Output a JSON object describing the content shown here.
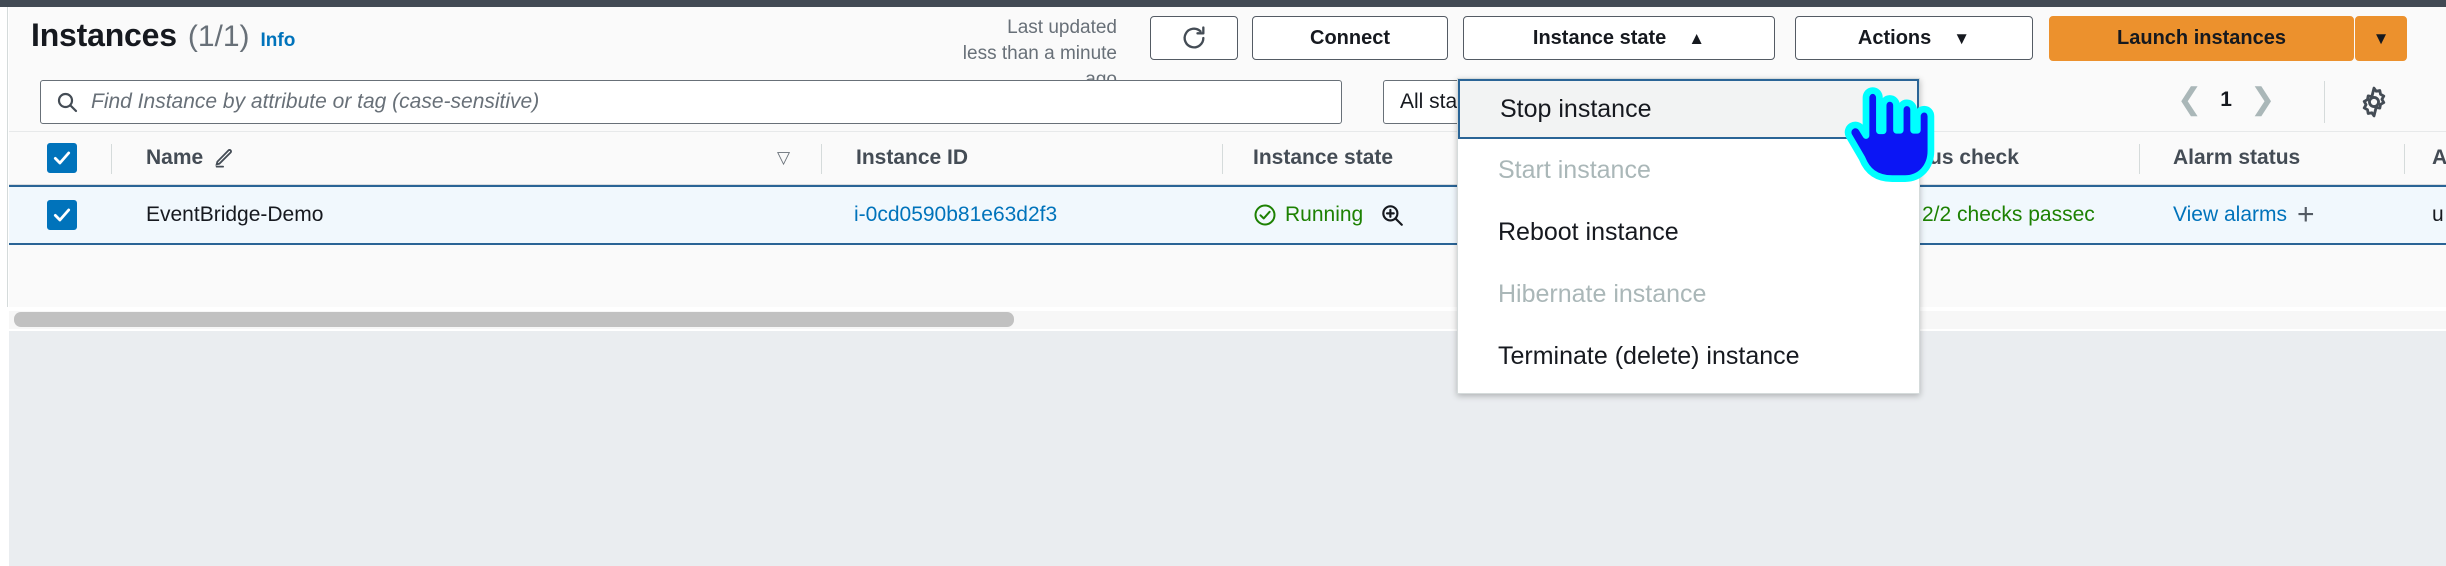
{
  "header": {
    "title": "Instances",
    "count": "(1/1)",
    "info_link": "Info",
    "last_updated_line1": "Last updated",
    "last_updated_line2": "less than a minute ago",
    "refresh_icon": "refresh-icon",
    "connect_label": "Connect",
    "instance_state_label": "Instance state",
    "instance_state_caret": "▲",
    "actions_label": "Actions",
    "actions_caret": "▼",
    "launch_label": "Launch instances",
    "launch_caret": "▼",
    "accent_orange": "#ec912d",
    "accent_blue": "#0073bb"
  },
  "filters": {
    "search_icon": "search-icon",
    "search_value": "",
    "search_placeholder": "Find Instance by attribute or tag (case-sensitive)",
    "state_filter_label": "All sta",
    "prev_icon": "chevron-left-icon",
    "page_number": "1",
    "next_icon": "chevron-right-icon",
    "settings_icon": "gear-icon"
  },
  "table": {
    "select_all_checked": true,
    "columns": [
      {
        "label": "Name",
        "has_edit_icon": true,
        "has_sort_icon": true
      },
      {
        "label": "Instance ID"
      },
      {
        "label": "Instance state"
      },
      {
        "label": "tus check"
      },
      {
        "label": "Alarm status"
      },
      {
        "label": "A"
      }
    ],
    "rows": [
      {
        "selected": true,
        "name": "EventBridge-Demo",
        "instance_id": "i-0cd0590b81e63d2f3",
        "state": "Running",
        "state_icon": "check-circle-icon",
        "magnify_icon": "magnify-plus-icon",
        "status_check": "2/2 checks passec",
        "alarm_status": "View alarms",
        "alarm_plus_icon": "plus-icon",
        "extra": "u"
      }
    ]
  },
  "menu": {
    "items": [
      {
        "label": "Stop instance",
        "state": "selected"
      },
      {
        "label": "Start instance",
        "state": "disabled"
      },
      {
        "label": "Reboot instance",
        "state": "enabled"
      },
      {
        "label": "Hibernate instance",
        "state": "disabled"
      },
      {
        "label": "Terminate (delete) instance",
        "state": "enabled"
      }
    ]
  },
  "cursor": {
    "icon": "pointing-hand-cursor"
  }
}
